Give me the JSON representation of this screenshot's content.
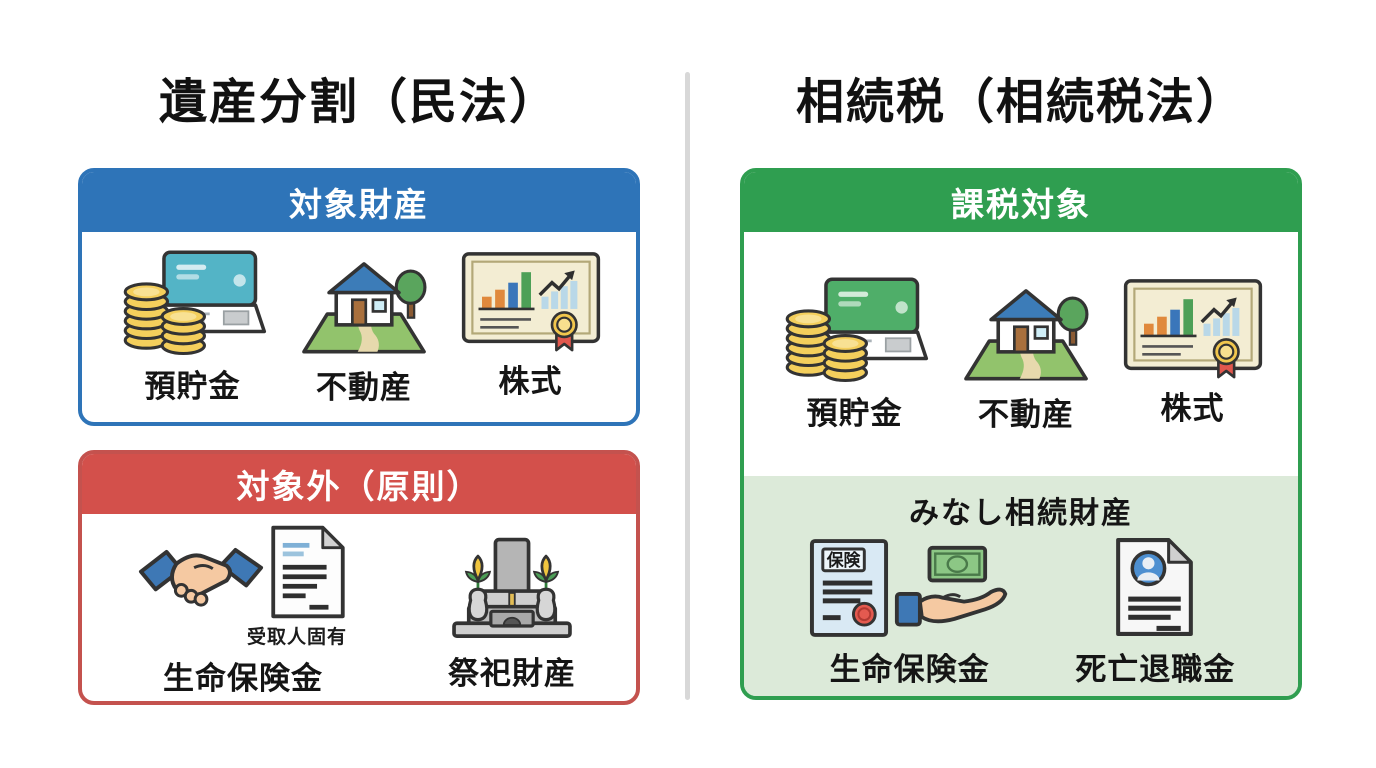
{
  "left": {
    "title": "遺産分割（民法）",
    "target_box": {
      "header": "対象財産",
      "items": [
        {
          "label": "預貯金",
          "icon": "coins-passbook-icon"
        },
        {
          "label": "不動産",
          "icon": "house-icon"
        },
        {
          "label": "株式",
          "icon": "stock-certificate-icon"
        }
      ]
    },
    "excluded_box": {
      "header": "対象外（原則）",
      "items": [
        {
          "label": "生命保険金",
          "note": "受取人固有",
          "icon": "handshake-document-icon"
        },
        {
          "label": "祭祀財産",
          "icon": "grave-icon"
        }
      ]
    }
  },
  "right": {
    "title": "相続税（相続税法）",
    "taxable_box": {
      "header": "課税対象",
      "items": [
        {
          "label": "預貯金",
          "icon": "coins-passbook-icon"
        },
        {
          "label": "不動産",
          "icon": "house-icon"
        },
        {
          "label": "株式",
          "icon": "stock-certificate-icon"
        }
      ],
      "deemed_section": {
        "heading": "みなし相続財産",
        "items": [
          {
            "label": "生命保険金",
            "badge": "保険",
            "icon": "insurance-policy-hand-icon"
          },
          {
            "label": "死亡退職金",
            "icon": "person-document-icon"
          }
        ]
      }
    }
  },
  "colors": {
    "blue_header": "#2e74b8",
    "blue_border": "#2e74b8",
    "red_header": "#d3504b",
    "red_border": "#c4524e",
    "green_header": "#2f9e50",
    "green_border": "#2f9e50",
    "deemed_bg": "#dcead9",
    "divider": "#d8d8d8"
  }
}
